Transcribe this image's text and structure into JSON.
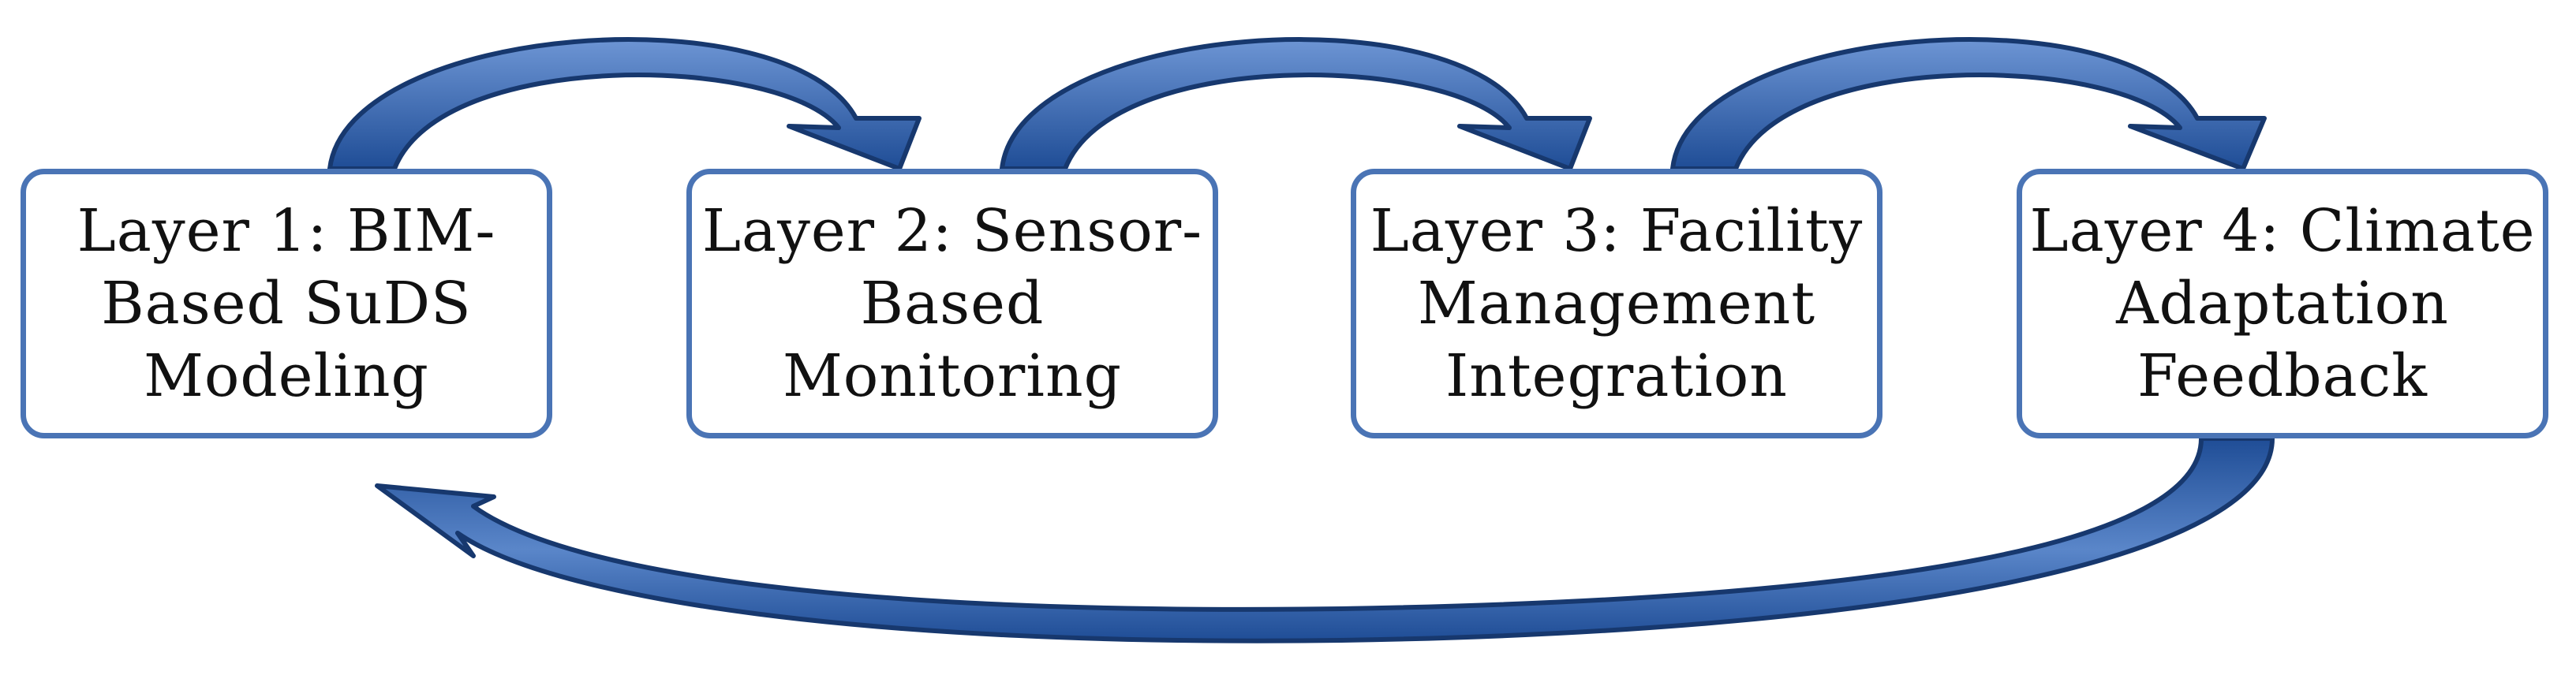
{
  "diagram": {
    "colors": {
      "box_border": "#4a74b5",
      "arrow_fill_light": "#6d95d4",
      "arrow_fill_dark": "#1f4d96",
      "arrow_outline": "#17386e",
      "text": "#111111"
    },
    "layers": [
      {
        "label": "Layer 1: BIM-\nBased SuDS\nModeling"
      },
      {
        "label": "Layer 2: Sensor-\nBased\nMonitoring"
      },
      {
        "label": "Layer 3: Facility\nManagement\nIntegration"
      },
      {
        "label": "Layer 4: Climate\nAdaptation\nFeedback"
      }
    ],
    "arrows": [
      {
        "from": "Layer 1",
        "to": "Layer 2",
        "icon": "curved-block-arrow-icon"
      },
      {
        "from": "Layer 2",
        "to": "Layer 3",
        "icon": "curved-block-arrow-icon"
      },
      {
        "from": "Layer 3",
        "to": "Layer 4",
        "icon": "curved-block-arrow-icon"
      },
      {
        "from": "Layer 4",
        "to": "Layer 1",
        "icon": "curved-block-arrow-icon"
      }
    ]
  }
}
